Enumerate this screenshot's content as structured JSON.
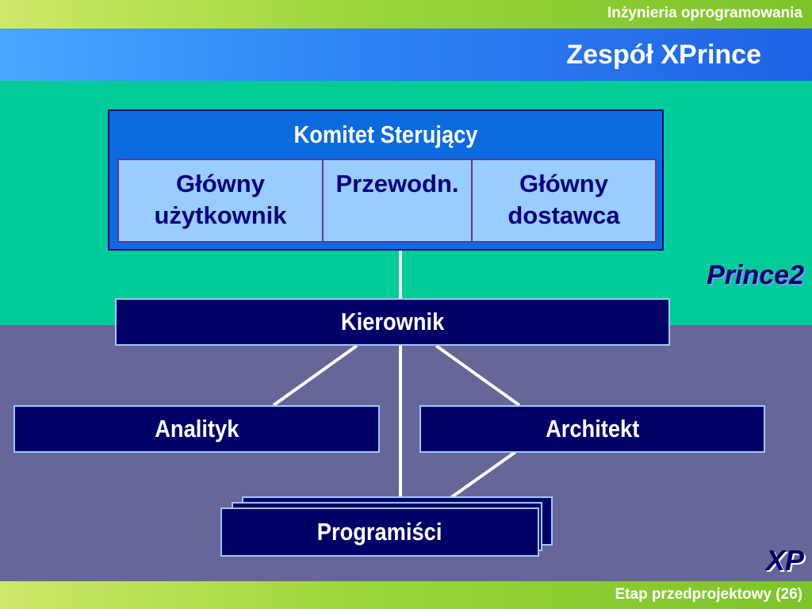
{
  "header": {
    "course": "Inżynieria oprogramowania",
    "title": "Zespół XPrince"
  },
  "committee": {
    "title": "Komitet Sterujący",
    "members": [
      "Główny użytkownik",
      "Przewodn.",
      "Główny dostawca"
    ]
  },
  "roles": {
    "manager": "Kierownik",
    "analyst": "Analityk",
    "architect": "Architekt",
    "programmers": "Programiści"
  },
  "labels": {
    "prince2": "Prince2",
    "xp": "XP"
  },
  "footer": {
    "text": "Etap przedprojektowy (26)"
  },
  "colors": {
    "green_zone": "#00cc99",
    "purple_zone": "#666699",
    "box_fill": "#000066",
    "committee_fill": "#0a6be0"
  }
}
